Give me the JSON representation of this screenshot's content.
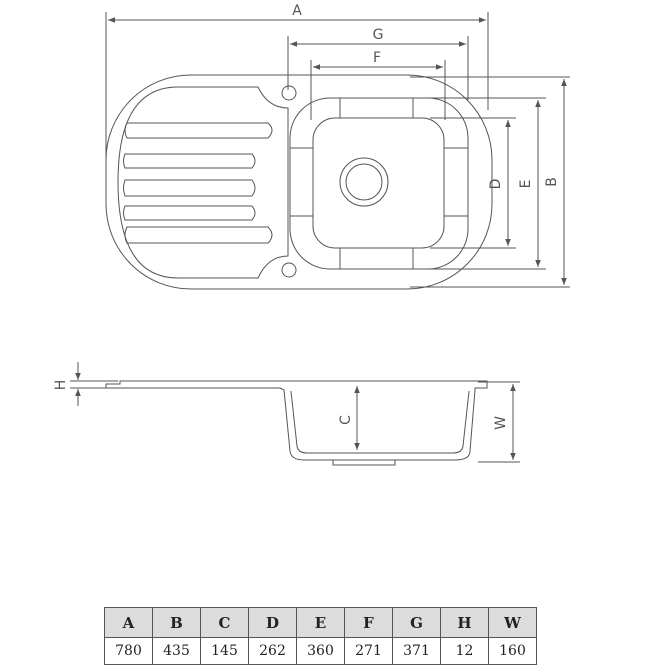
{
  "dimension_labels": {
    "a": "A",
    "b": "B",
    "c": "C",
    "d": "D",
    "e": "E",
    "f": "F",
    "g": "G",
    "h": "H",
    "w": "W"
  },
  "spec_table": {
    "headers": [
      "A",
      "B",
      "C",
      "D",
      "E",
      "F",
      "G",
      "H",
      "W"
    ],
    "values": [
      "780",
      "435",
      "145",
      "262",
      "360",
      "271",
      "371",
      "12",
      "160"
    ]
  },
  "colors": {
    "line": "#555555",
    "header_fill": "#dcdcdc"
  }
}
